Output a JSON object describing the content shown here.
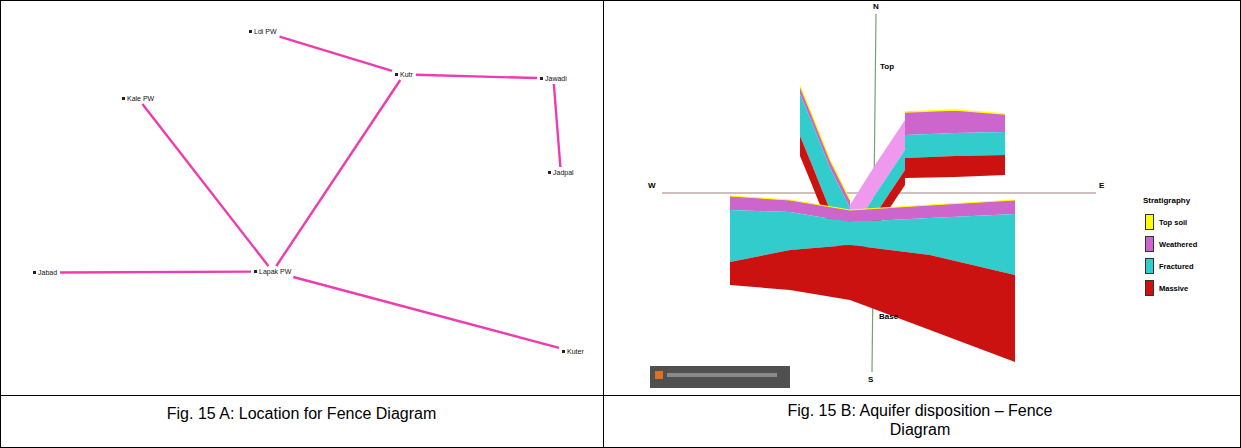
{
  "diagram": {
    "nodes": [
      {
        "text": [
          "Ldi PW"
        ]
      },
      {
        "text": [
          "Kutr"
        ]
      },
      {
        "text": [
          "Jawadi"
        ]
      },
      {
        "text": [
          "Kale PW"
        ]
      },
      {
        "text": [
          "Jadpal"
        ]
      },
      {
        "text": [
          "Jabad"
        ]
      },
      {
        "text": [
          "Lapak PW"
        ]
      },
      {
        "text": [
          "Kuter"
        ]
      }
    ],
    "edges": [
      {
        "from": 0,
        "to": 1,
        "arrow": "none"
      },
      {
        "from": 1,
        "to": 2,
        "arrow": "none"
      },
      {
        "from": 2,
        "to": 4,
        "arrow": "none"
      },
      {
        "from": 3,
        "to": 6,
        "arrow": "none"
      },
      {
        "from": 1,
        "to": 6,
        "arrow": "none"
      },
      {
        "from": 5,
        "to": 6,
        "arrow": "none"
      },
      {
        "from": 6,
        "to": 7,
        "arrow": "none"
      }
    ],
    "labels": [
      "Fig. 15 A: Location for Fence Diagram",
      "Fig. 15 B: Aquifer disposition – Fence Diagram",
      "N",
      "Top",
      "W",
      "E",
      "Base",
      "S",
      "Stratigraphy"
    ],
    "legend": [
      {
        "text": "Top soil",
        "color": "#ffff00"
      },
      {
        "text": "Weathered",
        "color": "#cc66cc"
      },
      {
        "text": "Fractured",
        "color": "#33cccc"
      },
      {
        "text": "Massive",
        "color": "#cc1111"
      }
    ]
  }
}
